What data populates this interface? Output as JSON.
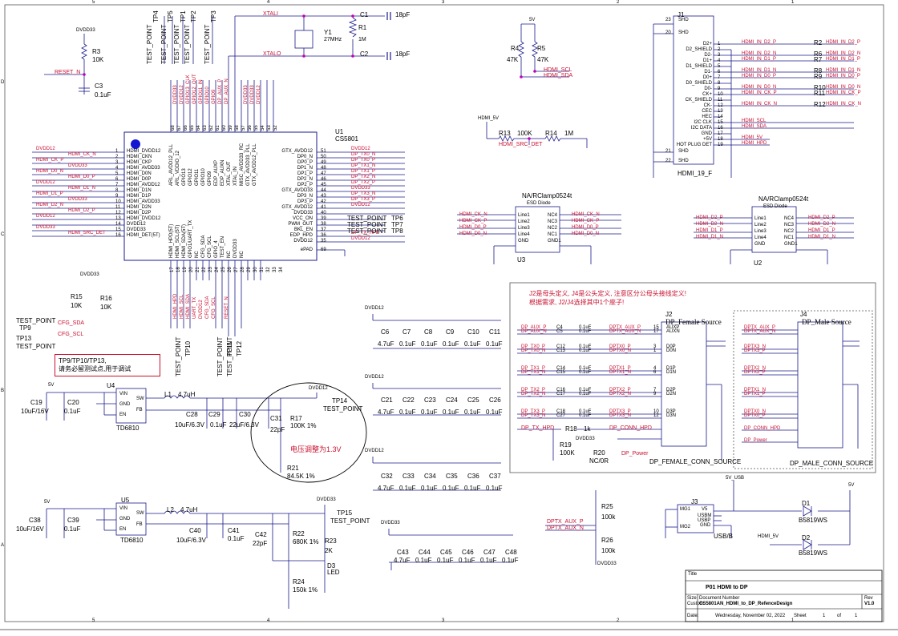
{
  "u1": {
    "ref": "U1",
    "part": "CS5801",
    "left_pins": [
      {
        "n": "1",
        "name": "HDMI_DVDD12"
      },
      {
        "n": "2",
        "name": "HDMI_CKN"
      },
      {
        "n": "3",
        "name": "HDMI_CKP"
      },
      {
        "n": "4",
        "name": "HDMI_AVDD33"
      },
      {
        "n": "5",
        "name": "HDMI_D0N"
      },
      {
        "n": "6",
        "name": "HDMI_D0P"
      },
      {
        "n": "7",
        "name": "HDMI_AVDD12"
      },
      {
        "n": "8",
        "name": "HDMI_D1N"
      },
      {
        "n": "9",
        "name": "HDMI_D1P"
      },
      {
        "n": "10",
        "name": "HDMI_AVDD33"
      },
      {
        "n": "11",
        "name": "HDMI_D2N"
      },
      {
        "n": "12",
        "name": "HDMI_D2P"
      },
      {
        "n": "13",
        "name": "HDMI_DVDD12"
      },
      {
        "n": "14",
        "name": "DVDD12"
      },
      {
        "n": "15",
        "name": "DVDD33"
      },
      {
        "n": "16",
        "name": "HDMI_DET(5T)"
      }
    ],
    "left_nets": [
      "DVDD12",
      "HDMI_CK_N",
      "HDMI_CK_P",
      "DVDD33",
      "HDMI_D0_N",
      "HDMI_D0_P",
      "DVDD12",
      "HDMI_D1_N",
      "HDMI_D1_P",
      "DVDD33",
      "HDMI_D2_N",
      "HDMI_D2_P",
      "DVDD12",
      "",
      "DVDD33",
      "HDMI_SRC_DET"
    ],
    "right_pins": [
      {
        "n": "51",
        "name": "GTX_AVDD12"
      },
      {
        "n": "50",
        "name": "DP0_N"
      },
      {
        "n": "49",
        "name": "DP0_P"
      },
      {
        "n": "48",
        "name": "DP1_N"
      },
      {
        "n": "47",
        "name": "DP1_P"
      },
      {
        "n": "46",
        "name": "DP2_N"
      },
      {
        "n": "45",
        "name": "DP2_P"
      },
      {
        "n": "44",
        "name": "GTX_AVDD33"
      },
      {
        "n": "43",
        "name": "DP3_N"
      },
      {
        "n": "42",
        "name": "DP3_P"
      },
      {
        "n": "41",
        "name": "GTX_AVDD12"
      },
      {
        "n": "40",
        "name": "DVDD33"
      },
      {
        "n": "39",
        "name": "VCC_ON"
      },
      {
        "n": "38",
        "name": "PWM_OUT"
      },
      {
        "n": "37",
        "name": "BKL_EN"
      },
      {
        "n": "36",
        "name": "EDP_HPD"
      },
      {
        "n": "35",
        "name": "DVDD12"
      },
      {
        "n": "69",
        "name": "ePAD"
      }
    ],
    "right_nets": [
      "DVDD12",
      "DP_TX0_N",
      "DP_TX0_P",
      "DP_TX1_N",
      "DP_TX1_P",
      "DP_TX2_N",
      "DP_TX2_P",
      "DVDD33",
      "DP_TX3_N",
      "DP_TX3_P",
      "DVDD12",
      "",
      "",
      "",
      "",
      "DP_TX_HPD",
      "DVDD12"
    ],
    "top_pins": [
      "ARL_AVDD12_PLL",
      "ARL_VDDIO_12",
      "GPIO13",
      "GPIO12",
      "GPIO11",
      "GPIO10",
      "GPIO9",
      "EDP_AUXP",
      "EDP_AUXN",
      "XTAL_OUT",
      "XTAL_IN",
      "MISC_AVDD33_RC",
      "GTX_AVDD33_PLL",
      "GTX_AVDD12_PLL"
    ],
    "top_nums": [
      "68",
      "67",
      "66",
      "65",
      "64",
      "63",
      "62",
      "61",
      "60",
      "59",
      "58",
      "57",
      "56",
      "55",
      "54",
      "53",
      "52"
    ],
    "top_nets": [
      "DVDD33",
      "DVDD12",
      "GPIO13_CLK",
      "GPIO12_OUT",
      "GPIO11_IN",
      "GPIO10",
      "GPIO9",
      "DP_AUX_P",
      "DP_AUX_N",
      "",
      "",
      "DVDD33",
      "DVDD33",
      "DVDD12"
    ],
    "bottom_pins": [
      "HDMI_HPD(5T)",
      "HDMI_SCL(5T)",
      "HDMI_SDA(5T)",
      "GPIO1/UART_TX",
      "NC",
      "CFG_SDA",
      "CFG_SCL",
      "GPIO_4",
      "TEST_EN",
      "NC",
      "DVDD33",
      "NC"
    ],
    "bottom_nums": [
      "17",
      "18",
      "19",
      "20",
      "21",
      "22",
      "23",
      "24",
      "25",
      "26",
      "27",
      "28",
      "29",
      "30",
      "31",
      "32",
      "33",
      "34"
    ],
    "bottom_nets": [
      "HDMI_HPD",
      "HDMI_SCL",
      "HDMI_SDA",
      "UART_TX",
      "DVDD12",
      "CFG_SDA",
      "CFG_SCL",
      "",
      "RESET_N",
      ""
    ]
  },
  "test_points_top": [
    "TP4",
    "TP5",
    "TP1",
    "TP2",
    "TP3"
  ],
  "test_point_label": "TEST_POINT",
  "crystal": {
    "ref": "Y1",
    "value": "27MHz",
    "xtali": "XTALI",
    "xtalo": "XTALO",
    "c1": "C1",
    "c1v": "18pF",
    "c2": "C2",
    "c2v": "18pF",
    "r1": "R1",
    "r1v": "1M"
  },
  "reset": {
    "rail": "DVDD33",
    "r3": "R3",
    "r3v": "10K",
    "net": "RESET_N",
    "c3": "C3",
    "c3v": "0.1uF"
  },
  "tp_right": [
    {
      "ref": "TP6"
    },
    {
      "ref": "TP7"
    },
    {
      "ref": "TP8"
    }
  ],
  "cfg": {
    "rail": "DVDD33",
    "r15": "R15",
    "r15v": "10K",
    "r16": "R16",
    "r16v": "10K",
    "tp9": "TP9",
    "tp13": "TP13",
    "sda": "CFG_SDA",
    "scl": "CFG_SCL"
  },
  "note": {
    "line1": "TP9/TP10/TP13,",
    "line2": "请务必留测试点,用于调试"
  },
  "bottom_tps": [
    "TP10",
    "TP11",
    "TP12"
  ],
  "hdmi_in": {
    "ref": "J1",
    "part": "HDMI_19_F",
    "pins": [
      {
        "n": "23",
        "name": "SHD"
      },
      {
        "n": "20",
        "name": "SHD"
      },
      {
        "n": "1",
        "name": "D2+",
        "net": "HDMI_IN_D2_P",
        "r": "R2"
      },
      {
        "n": "2",
        "name": "D2_SHIELD"
      },
      {
        "n": "3",
        "name": "D2-",
        "net": "HDMI_IN_D2_N",
        "r": "R6"
      },
      {
        "n": "4",
        "name": "D1+",
        "net": "HDMI_IN_D1_P",
        "r": "R7"
      },
      {
        "n": "5",
        "name": "D1_SHIELD"
      },
      {
        "n": "6",
        "name": "D1-",
        "net": "HDMI_IN_D1_N",
        "r": "R8"
      },
      {
        "n": "7",
        "name": "D0+",
        "net": "HDMI_IN_D0_P",
        "r": "R9"
      },
      {
        "n": "8",
        "name": "D0_SHIELD"
      },
      {
        "n": "9",
        "name": "D0-",
        "net": "HDMI_IN_D0_N",
        "r": "R10"
      },
      {
        "n": "10",
        "name": "CK+",
        "net": "HDMI_IN_CK_P",
        "r": "R11"
      },
      {
        "n": "11",
        "name": "CK_SHIELD"
      },
      {
        "n": "12",
        "name": "CK-",
        "net": "HDMI_IN_CK_N",
        "r": "R12"
      },
      {
        "n": "13",
        "name": "CEC"
      },
      {
        "n": "14",
        "name": "HEC"
      },
      {
        "n": "15",
        "name": "I2C CLK",
        "net": "HDMI_SCL"
      },
      {
        "n": "16",
        "name": "I2C DATA",
        "net": "HDMI_SDA"
      },
      {
        "n": "17",
        "name": "GND"
      },
      {
        "n": "18",
        "name": "+5V",
        "net": "HDMI_5V"
      },
      {
        "n": "19",
        "name": "HOT PLUG DET",
        "net": "HDMI_HPD"
      },
      {
        "n": "21",
        "name": "SHD"
      },
      {
        "n": "22",
        "name": "SHD"
      }
    ]
  },
  "pullups": {
    "rail": "5V",
    "r4": "R4",
    "r4v": "47K",
    "r5": "R5",
    "r5v": "47K",
    "scl": "HDMI_SCL",
    "sda": "HDMI_SDA"
  },
  "src_det": {
    "rail": "HDMI_5V",
    "r13": "R13",
    "r13v": "100K",
    "r14": "R14",
    "r14v": "1M",
    "net": "HDMI_SRC_DET"
  },
  "esd": {
    "u3": {
      "ref": "U3",
      "part": "NA/RClamp0524t",
      "sub": "ESD Diode",
      "nets_l": [
        "HDMI_CK_N",
        "HDMI_CK_P",
        "HDMI_D0_P",
        "HDMI_D0_N"
      ],
      "nets_r": [
        "HDMI_CK_N",
        "HDMI_CK_P",
        "HDMI_D0_P",
        "HDMI_D0_N"
      ]
    },
    "u2": {
      "ref": "U2",
      "part": "NA/RClamp0524t",
      "sub": "ESD Diode",
      "nets_l": [
        "HDMI_D2_P",
        "HDMI_D2_N",
        "HDMI_D1_P",
        "HDMI_D1_N"
      ],
      "nets_r": [
        "HDMI_D2_P",
        "HDMI_D2_N",
        "HDMI_D1_P",
        "HDMI_D1_N"
      ]
    },
    "pins_l": [
      "Line1",
      "Line2",
      "Line3",
      "Line4",
      "GND"
    ],
    "pins_r": [
      "NC4",
      "NC3",
      "NC2",
      "NC1",
      "GND1"
    ]
  },
  "dp_note": {
    "line1": "J2是母头定义, J4是公头定义, 注意区分公母头接线定义!",
    "line2": "根据需求, J2/J4选择其中1个座子!"
  },
  "j2": {
    "ref": "J2",
    "title": "DP_Female Source",
    "name": "DP_FEMALE_CONN_SOURCE",
    "rows": [
      [
        "DP_AUX_P",
        "C4",
        "0.1uF",
        "DPTX_AUX_P",
        "15",
        "AUXP"
      ],
      [
        "DP_AUX_N",
        "C5",
        "0.1uF",
        "DPTX_AUX_N",
        "17",
        "AUXN"
      ],
      [
        "DP_TX0_P",
        "C12",
        "0.1uF",
        "DPTX0_P",
        "3",
        "D0P"
      ],
      [
        "DP_TX0_N",
        "C13",
        "0.1uF",
        "DPTX0_N",
        "1",
        "D0N"
      ],
      [
        "DP_TX1_P",
        "C14",
        "0.1uF",
        "DPTX1_P",
        "4",
        "D1P"
      ],
      [
        "DP_TX1_N",
        "C15",
        "0.1uF",
        "DPTX1_N",
        "6",
        "D1N"
      ],
      [
        "DP_TX2_P",
        "C16",
        "0.1uF",
        "DPTX2_P",
        "7",
        "D2P"
      ],
      [
        "DP_TX2_N",
        "C17",
        "0.1uF",
        "DPTX2_N",
        "9",
        "D2N"
      ],
      [
        "DP_TX3_P",
        "C18",
        "0.1uF",
        "DPTX3_P",
        "10",
        "D3P"
      ],
      [
        "DP_TX3_N",
        "C27",
        "0.1uF",
        "DPTX3_N",
        "12",
        "D3N"
      ]
    ],
    "hpd": "DP_TX_HPD",
    "r18": "R18",
    "r18v": "1k",
    "hpd_net": "DP_CONN_HPD",
    "r19": "R19",
    "r19v": "100K",
    "r20": "R20",
    "r20v": "NC/0R",
    "pwr": "DP_Power",
    "rail": "DVDD33"
  },
  "j4": {
    "ref": "J4",
    "title": "DP_Male Source",
    "name": "DP_MALE_CONN_SOURCE",
    "nets": [
      "DPTX_AUX_P",
      "DPTX_AUX_N",
      "DPTX3_N",
      "DPTX3_P",
      "DPTX2_N",
      "DPTX2_P",
      "DPTX1_N",
      "DPTX1_P",
      "DPTX0_N",
      "DPTX0_P",
      "DP_CONN_HPD",
      "DP_Power"
    ]
  },
  "cap_banks": [
    {
      "rail": "DVDD12",
      "refs": [
        "C6",
        "C7",
        "C8",
        "C9",
        "C10",
        "C11"
      ],
      "vals": [
        "4.7uF",
        "0.1uF",
        "0.1uF",
        "0.1uF",
        "0.1uF",
        "0.1uF"
      ]
    },
    {
      "rail": "DVDD12",
      "refs": [
        "C21",
        "C22",
        "C23",
        "C24",
        "C25",
        "C26"
      ],
      "vals": [
        "4.7uF",
        "0.1uF",
        "0.1uF",
        "0.1uF",
        "0.1uF",
        "0.1uF"
      ]
    },
    {
      "rail": "DVDD12",
      "refs": [
        "C32",
        "C33",
        "C34",
        "C35",
        "C36",
        "C37"
      ],
      "vals": [
        "4.7uF",
        "0.1uF",
        "0.1uF",
        "0.1uF",
        "0.1uF",
        "0.1uF"
      ]
    },
    {
      "rail": "DVDD33",
      "refs": [
        "C43",
        "C44",
        "C45",
        "C46",
        "C47",
        "C48"
      ],
      "vals": [
        "4.7uF",
        "0.1uF",
        "0.1uF",
        "0.1uF",
        "0.1uF",
        "0.1uF"
      ]
    }
  ],
  "buck1": {
    "ref": "U4",
    "part": "TD6810",
    "in": "5V",
    "c19": "C19",
    "c19v": "10uF/16V",
    "c20": "C20",
    "c20v": "0.1uF",
    "l1": "L1",
    "l1v": "4.7uH",
    "c28": "C28",
    "c28v": "10uF/6.3V",
    "c29": "C29",
    "c29v": "0.1uF",
    "c30": "C30",
    "c30v": "22uF/6.3V",
    "c31": "C31",
    "c31v": "22pF",
    "r17": "R17",
    "r17v": "100K 1%",
    "r21": "R21",
    "r21v": "84.5K 1%",
    "out": "DVDD12",
    "tp": "TP14",
    "note": "电压调整为1.3V",
    "pins": [
      "VIN",
      "GND",
      "EN",
      "SW",
      "FB"
    ]
  },
  "buck2": {
    "ref": "U5",
    "part": "TD6810",
    "in": "5V",
    "c38": "C38",
    "c38v": "10uF/16V",
    "c39": "C39",
    "c39v": "0.1uF",
    "l2": "L2",
    "l2v": "4.7uH",
    "c40": "C40",
    "c40v": "10uF/6.3V",
    "c41": "C41",
    "c41v": "0.1uF",
    "c42": "C42",
    "c42v": "22pF",
    "r22": "R22",
    "r22v": "680K 1%",
    "r23": "R23",
    "r23v": "2K",
    "r24": "R24",
    "r24v": "150k 1%",
    "d3": "D3",
    "d3v": "LED",
    "out": "DVDD33",
    "tp": "TP15"
  },
  "usb": {
    "ref": "J3",
    "part": "USB/B",
    "pins": [
      "MG1",
      "MG2",
      "V5",
      "USBM",
      "USBP",
      "GND"
    ],
    "aux_p": "DPTX_AUX_P",
    "aux_n": "DPTX_AUX_N",
    "r25": "R25",
    "r25v": "100k",
    "r26": "R26",
    "r26v": "100k",
    "rail": "DVDD33",
    "usb5v": "5V_USB",
    "hdmi5v": "HDMI_5V",
    "d1": "D1",
    "d1v": "B5819WS",
    "d2": "D2",
    "d2v": "B5819WS",
    "out": "5V"
  },
  "title_block": {
    "title_label": "Title",
    "title": "P01 HDMI to DP",
    "size_label": "Size",
    "size": "Custom",
    "doc_label": "Document Number",
    "doc": "CS5801AN_HDMI_to_DP_RefenceDesign",
    "rev_label": "Rev",
    "rev": "V1.0",
    "date_label": "Date:",
    "date": "Wednesday, November 02, 2022",
    "sheet_label": "Sheet",
    "sheet": "1",
    "of": "of",
    "sheets": "1"
  },
  "border_cols": [
    "5",
    "4",
    "3",
    "2",
    "1"
  ],
  "border_rows": [
    "D",
    "C",
    "B",
    "A"
  ],
  "colors": {
    "wire": "#1a1a8c",
    "net": "#c8102e",
    "pin": "#c020c0",
    "junction": "#c000c0",
    "gnd": "#1a7a1a"
  }
}
